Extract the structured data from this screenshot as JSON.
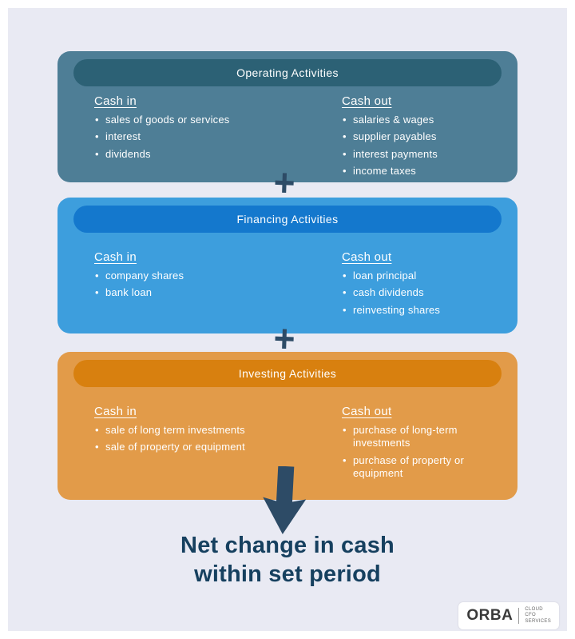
{
  "colors": {
    "background_panel": "#e9eaf3",
    "operating_box": "#4e7e96",
    "operating_header": "#2c6175",
    "financing_box": "#3d9edd",
    "financing_header": "#1478cd",
    "investing_box": "#e29b49",
    "investing_header": "#d8800f",
    "accent_navy": "#2d4b66",
    "net_change_text": "#16405f"
  },
  "sections": [
    {
      "title": "Operating Activities",
      "cash_in": {
        "label": "Cash in",
        "items": [
          "sales of goods or services",
          "interest",
          "dividends"
        ]
      },
      "cash_out": {
        "label": "Cash out",
        "items": [
          "salaries & wages",
          "supplier payables",
          "interest payments",
          "income taxes"
        ]
      }
    },
    {
      "title": "Financing Activities",
      "cash_in": {
        "label": "Cash in",
        "items": [
          "company shares",
          "bank loan"
        ]
      },
      "cash_out": {
        "label": "Cash out",
        "items": [
          "loan principal",
          "cash dividends",
          "reinvesting shares"
        ]
      }
    },
    {
      "title": "Investing Activities",
      "cash_in": {
        "label": "Cash in",
        "items": [
          "sale of long term investments",
          "sale of property or equipment"
        ]
      },
      "cash_out": {
        "label": "Cash out",
        "items": [
          "purchase of long-term investments",
          "purchase of property or equipment"
        ]
      }
    }
  ],
  "plus_symbol": "+",
  "net_change": {
    "line1": "Net change in cash",
    "line2": "within set period"
  },
  "logo": {
    "brand": "ORBA",
    "tagline": [
      "CLOUD",
      "CFO",
      "SERVICES"
    ]
  }
}
